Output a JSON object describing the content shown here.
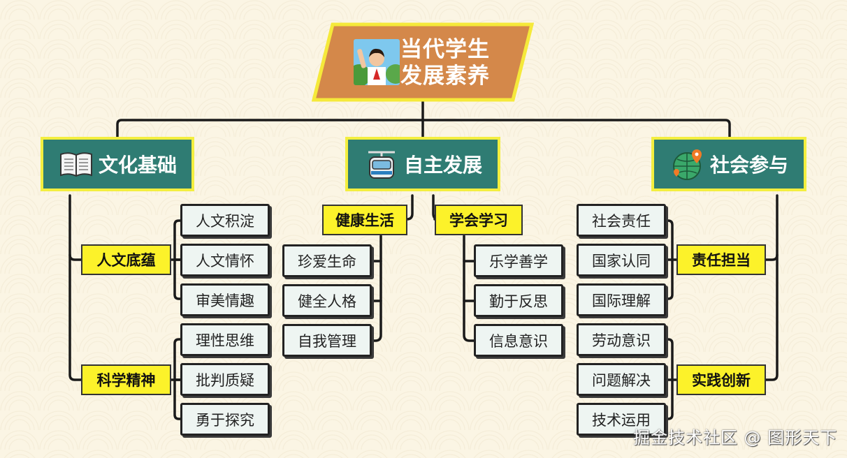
{
  "title": {
    "line1": "当代学生",
    "line2": "发展素养",
    "image": "student-waving-illustration"
  },
  "categories": [
    {
      "label": "文化基础",
      "icon": "open-book-icon"
    },
    {
      "label": "自主发展",
      "icon": "cable-car-icon"
    },
    {
      "label": "社会参与",
      "icon": "globe-pin-icon"
    }
  ],
  "subs": {
    "culture_1": "人文底蕴",
    "culture_2": "科学精神",
    "auto_1": "健康生活",
    "auto_2": "学会学习",
    "social_1": "责任担当",
    "social_2": "实践创新"
  },
  "leaves": {
    "culture_1": [
      "人文积淀",
      "人文情怀",
      "审美情趣"
    ],
    "culture_2": [
      "理性思维",
      "批判质疑",
      "勇于探究"
    ],
    "auto_1": [
      "珍爱生命",
      "健全人格",
      "自我管理"
    ],
    "auto_2": [
      "乐学善学",
      "勤于反思",
      "信息意识"
    ],
    "social_1": [
      "社会责任",
      "国家认同",
      "国际理解"
    ],
    "social_2": [
      "劳动意识",
      "问题解决",
      "技术运用"
    ]
  },
  "watermark": "掘金技术社区 @ 图形天下",
  "colors": {
    "category_fill": "#2f7c73",
    "category_border": "#f3ee3f",
    "sub_fill": "#fcf22a",
    "title_fill": "#d4884a",
    "title_border": "#f5e93a",
    "leaf_fill": "#eef5f2"
  }
}
